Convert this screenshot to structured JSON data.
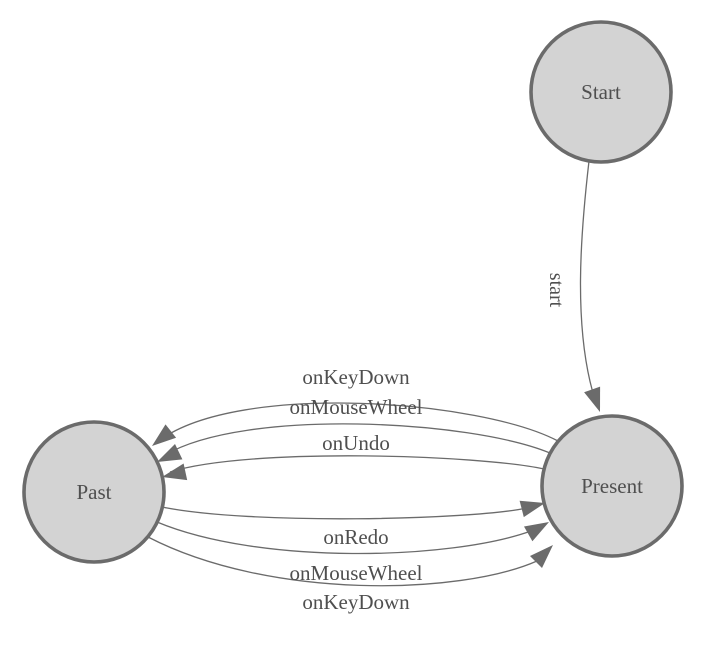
{
  "diagram": {
    "title": "undo-redo state machine",
    "colors": {
      "background": "#ffffff",
      "node_fill": "#d3d3d3",
      "node_stroke": "#6b6b6b",
      "edge_stroke": "#6b6b6b",
      "arrowhead_fill": "#6b6b6b",
      "label_text": "#4f4f4f"
    },
    "nodes": [
      {
        "id": "start",
        "label": "Start"
      },
      {
        "id": "present",
        "label": "Present"
      },
      {
        "id": "past",
        "label": "Past"
      }
    ],
    "edges": [
      {
        "from": "Start",
        "to": "Present",
        "label": "start"
      },
      {
        "from": "Present",
        "to": "Past",
        "label": "onKeyDown"
      },
      {
        "from": "Present",
        "to": "Past",
        "label": "onMouseWheel"
      },
      {
        "from": "Present",
        "to": "Past",
        "label": "onUndo"
      },
      {
        "from": "Past",
        "to": "Present",
        "label": "onRedo"
      },
      {
        "from": "Past",
        "to": "Present",
        "label": "onMouseWheel"
      },
      {
        "from": "Past",
        "to": "Present",
        "label": "onKeyDown"
      }
    ]
  }
}
